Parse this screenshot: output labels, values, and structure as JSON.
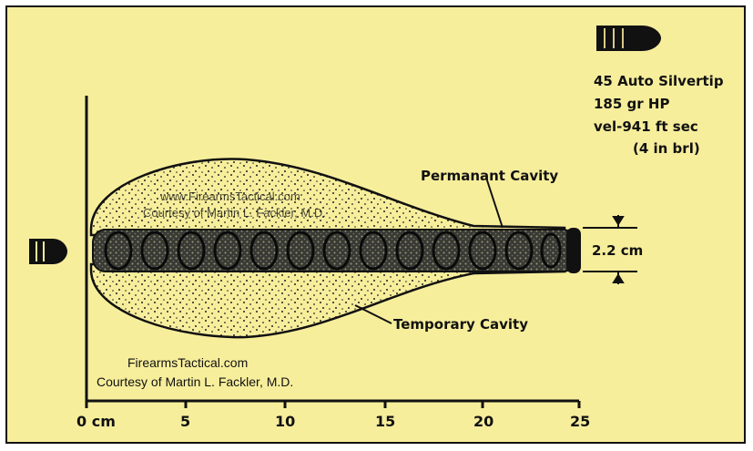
{
  "bullet_info": {
    "line1": "45 Auto Silvertip",
    "line2": "185 gr HP",
    "line3": "vel-941 ft sec",
    "line4": "(4 in brl)"
  },
  "labels": {
    "permanent_cavity": "Permanant Cavity",
    "temporary_cavity": "Temporary Cavity",
    "diameter": "2.2 cm"
  },
  "watermark": {
    "line1": "www.FirearmsTactical.com",
    "line2": "Courtesy of Martin L. Fackler, M.D."
  },
  "credit": {
    "line1": "FirearmsTactical.com",
    "line2": "Courtesy of Martin L. Fackler, M.D."
  },
  "axis": {
    "ticks": [
      "0 cm",
      "5",
      "10",
      "15",
      "20",
      "25"
    ]
  },
  "colors": {
    "background": "#f7ee9c",
    "ink": "#111111"
  }
}
